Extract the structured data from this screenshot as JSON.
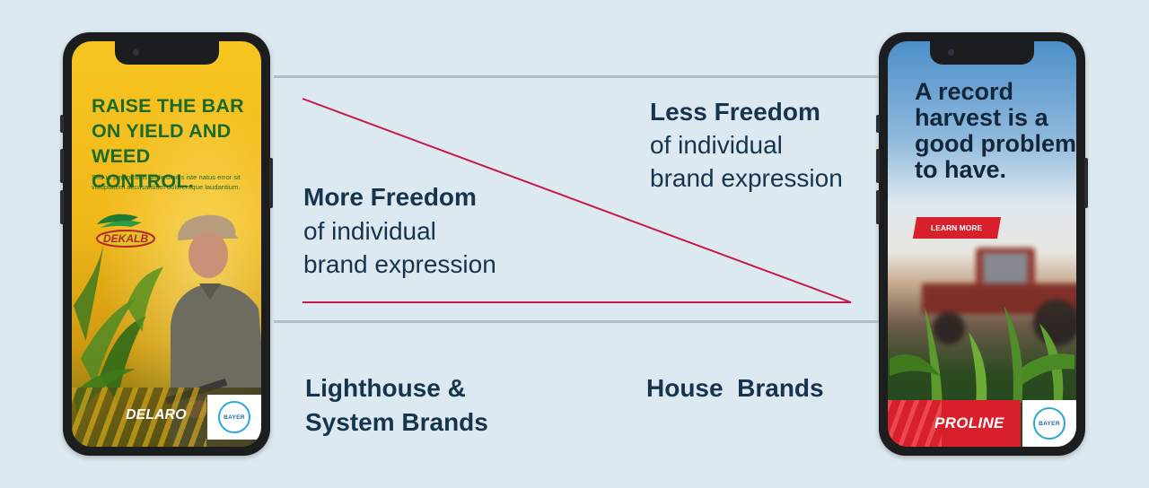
{
  "left_phone": {
    "headline": "RAISE THE BAR ON YIELD AND WEED CONTROL.",
    "body": "Sed ut perspiciatis unde omnis iste natus error sit voluptatem accusantium doloremque laudantium.",
    "logo_brand": "DEKALB",
    "footer_brand": "DELARO",
    "corporate_logo": "BAYER",
    "accent_color": "#f7c520",
    "text_color": "#1a6b2a"
  },
  "right_phone": {
    "headline": "A record harvest is a good problem to have.",
    "cta_label": "LEARN MORE",
    "footer_brand": "PROLINE",
    "corporate_logo": "BAYER",
    "accent_color": "#d81f2c",
    "text_color": "#14263a"
  },
  "diagram": {
    "more_title": "More Freedom",
    "more_line1": "of individual",
    "more_line2": "brand expression",
    "less_title": "Less Freedom",
    "less_line1": "of individual",
    "less_line2": "brand expression",
    "left_label_line1": "Lighthouse &",
    "left_label_line2": "System Brands",
    "right_label": "House  Brands",
    "wedge_color": "#c8174b",
    "divider_color": "#a9bfcc",
    "text_color": "#16344d"
  }
}
